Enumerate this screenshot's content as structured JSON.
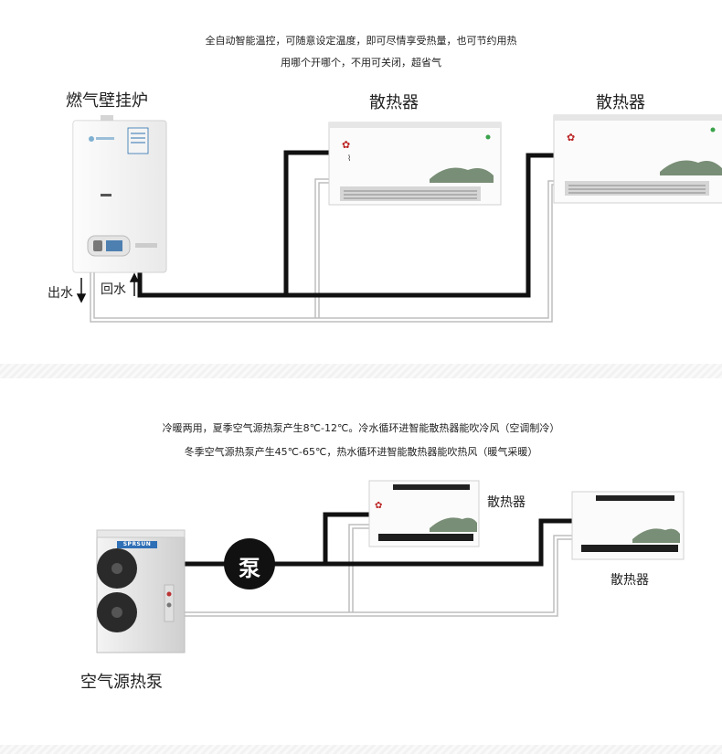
{
  "top": {
    "caption_line1": "全自动智能温控，可随意设定温度，即可尽情享受热量，也可节约用热",
    "caption_line2": "用哪个开哪个，不用可关闭，超省气",
    "boiler_label": "燃气壁挂炉",
    "radiator1_label": "散热器",
    "radiator2_label": "散热器",
    "outlet_label": "出水",
    "return_label": "回水"
  },
  "bottom": {
    "caption_line1": "冷暖两用，夏季空气源热泵产生8℃-12℃。冷水循环进智能散热器能吹冷风（空调制冷）",
    "caption_line2": "冬季空气源热泵产生45℃-65℃，热水循环进智能散热器能吹热风（暖气采暖）",
    "heat_pump_label": "空气源热泵",
    "pump_label": "泵",
    "radiator1_label": "散热器",
    "radiator2_label": "散热器",
    "heat_pump_brand": "SPRSUN"
  },
  "colors": {
    "pipe_hot": "#111111",
    "pipe_cold": "#c8c8c8",
    "pump": "#111111"
  }
}
